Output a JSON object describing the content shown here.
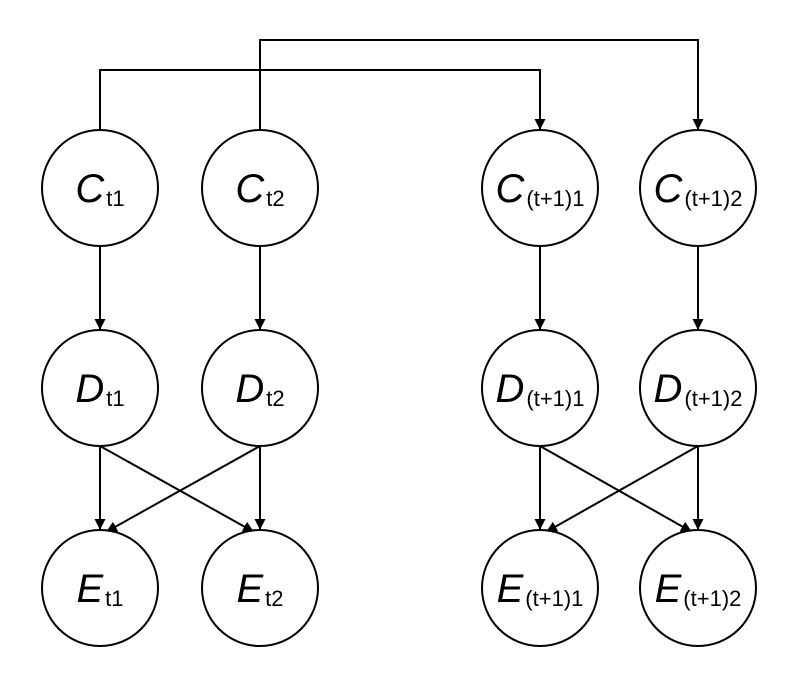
{
  "nodes": [
    {
      "id": "Ct1",
      "letter": "C",
      "subscript": "t1"
    },
    {
      "id": "Ct2",
      "letter": "C",
      "subscript": "t2"
    },
    {
      "id": "Ct11",
      "letter": "C",
      "subscript": "(t+1)1"
    },
    {
      "id": "Ct12",
      "letter": "C",
      "subscript": "(t+1)2"
    },
    {
      "id": "Dt1",
      "letter": "D",
      "subscript": "t1"
    },
    {
      "id": "Dt2",
      "letter": "D",
      "subscript": "t2"
    },
    {
      "id": "Dt11",
      "letter": "D",
      "subscript": "(t+1)1"
    },
    {
      "id": "Dt12",
      "letter": "D",
      "subscript": "(t+1)2"
    },
    {
      "id": "Et1",
      "letter": "E",
      "subscript": "t1"
    },
    {
      "id": "Et2",
      "letter": "E",
      "subscript": "t2"
    },
    {
      "id": "Et11",
      "letter": "E",
      "subscript": "(t+1)1"
    },
    {
      "id": "Et12",
      "letter": "E",
      "subscript": "(t+1)2"
    }
  ],
  "edges": [
    {
      "from": "Ct1",
      "to": "Dt1"
    },
    {
      "from": "Ct2",
      "to": "Dt2"
    },
    {
      "from": "Ct11",
      "to": "Dt11"
    },
    {
      "from": "Ct12",
      "to": "Dt12"
    },
    {
      "from": "Dt1",
      "to": "Et1"
    },
    {
      "from": "Dt1",
      "to": "Et2"
    },
    {
      "from": "Dt2",
      "to": "Et1"
    },
    {
      "from": "Dt2",
      "to": "Et2"
    },
    {
      "from": "Dt11",
      "to": "Et11"
    },
    {
      "from": "Dt11",
      "to": "Et12"
    },
    {
      "from": "Dt12",
      "to": "Et11"
    },
    {
      "from": "Dt12",
      "to": "Et12"
    },
    {
      "from": "Ct1",
      "to": "Ct11"
    },
    {
      "from": "Ct2",
      "to": "Ct12"
    }
  ]
}
